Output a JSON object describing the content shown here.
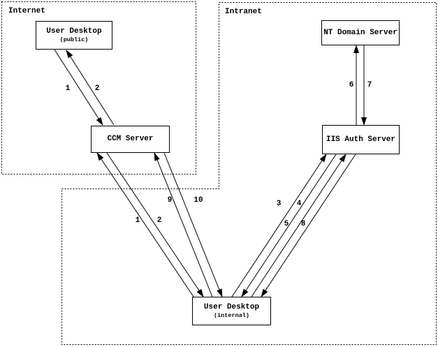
{
  "colors": {
    "background": "#ffffff",
    "ink": "#000000"
  },
  "regions": {
    "internet": {
      "label": "Internet"
    },
    "intranet": {
      "label": "Intranet"
    }
  },
  "nodes": {
    "user_desktop_public": {
      "title": "User Desktop",
      "subtitle": "(public)"
    },
    "ccm_server": {
      "title": "CCM Server"
    },
    "nt_domain_server": {
      "title": "NT Domain Server"
    },
    "iis_auth_server": {
      "title": "IIS Auth Server"
    },
    "user_desktop_internal": {
      "title": "User Desktop",
      "subtitle": "(internal)"
    }
  },
  "edges": [
    {
      "label": "1",
      "from": "User Desktop (public)",
      "to": "CCM Server"
    },
    {
      "label": "2",
      "from": "CCM Server",
      "to": "User Desktop (public)"
    },
    {
      "label": "1",
      "from": "User Desktop (internal)",
      "to": "CCM Server"
    },
    {
      "label": "2",
      "from": "CCM Server",
      "to": "User Desktop (internal)"
    },
    {
      "label": "3",
      "from": "User Desktop (internal)",
      "to": "IIS Auth Server"
    },
    {
      "label": "4",
      "from": "IIS Auth Server",
      "to": "User Desktop (internal)"
    },
    {
      "label": "5",
      "from": "User Desktop (internal)",
      "to": "IIS Auth Server"
    },
    {
      "label": "6",
      "from": "IIS Auth Server",
      "to": "NT Domain Server"
    },
    {
      "label": "7",
      "from": "NT Domain Server",
      "to": "IIS Auth Server"
    },
    {
      "label": "8",
      "from": "IIS Auth Server",
      "to": "User Desktop (internal)"
    },
    {
      "label": "9",
      "from": "User Desktop (internal)",
      "to": "CCM Server"
    },
    {
      "label": "10",
      "from": "CCM Server",
      "to": "User Desktop (internal)"
    }
  ]
}
